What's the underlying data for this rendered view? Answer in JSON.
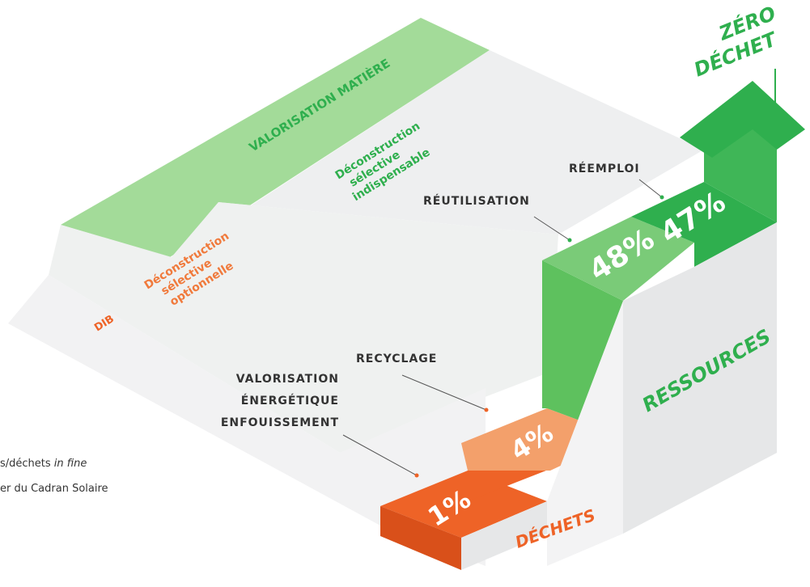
{
  "colors": {
    "green_dark": "#2FAF4E",
    "green": "#5EC15E",
    "green_light": "#8FD28C",
    "orange_dark": "#EE6327",
    "orange": "#F3A06B",
    "step_side": "#E6E7E8",
    "panel": "#EFF0F1",
    "text": "#333333"
  },
  "bands": {
    "valorisation_matiere": "VALORISATION MATIÈRE",
    "dib": "DIB",
    "deconstruction_indispensable": [
      "Déconstruction",
      "sélective",
      "indispensable"
    ],
    "deconstruction_optionnelle": [
      "Déconstruction",
      "sélective",
      "optionnelle"
    ]
  },
  "callouts": {
    "reemploi": "RÉEMPLOI",
    "reutilisation": "RÉUTILISATION",
    "recyclage": "RECYCLAGE",
    "valorisation": [
      "VALORISATION",
      "ÉNERGÉTIQUE",
      "ENFOUISSEMENT"
    ]
  },
  "steps": {
    "enfouissement": "1%",
    "recyclage": "4%",
    "reutilisation": "48%",
    "reemploi": "47%"
  },
  "side_labels": {
    "dechets": "DÉCHETS",
    "ressources": "RESSOURCES",
    "zero": "ZÉRO",
    "dechet": "DÉCHET"
  },
  "caption": {
    "line1_prefix": "s/déchets ",
    "line1_italic": "in fine",
    "line2": "er du Cadran Solaire"
  },
  "chart_data": {
    "type": "bar",
    "categories": [
      "1%",
      "4%",
      "48%",
      "47%"
    ],
    "values": [
      1,
      4,
      48,
      47
    ]
  }
}
